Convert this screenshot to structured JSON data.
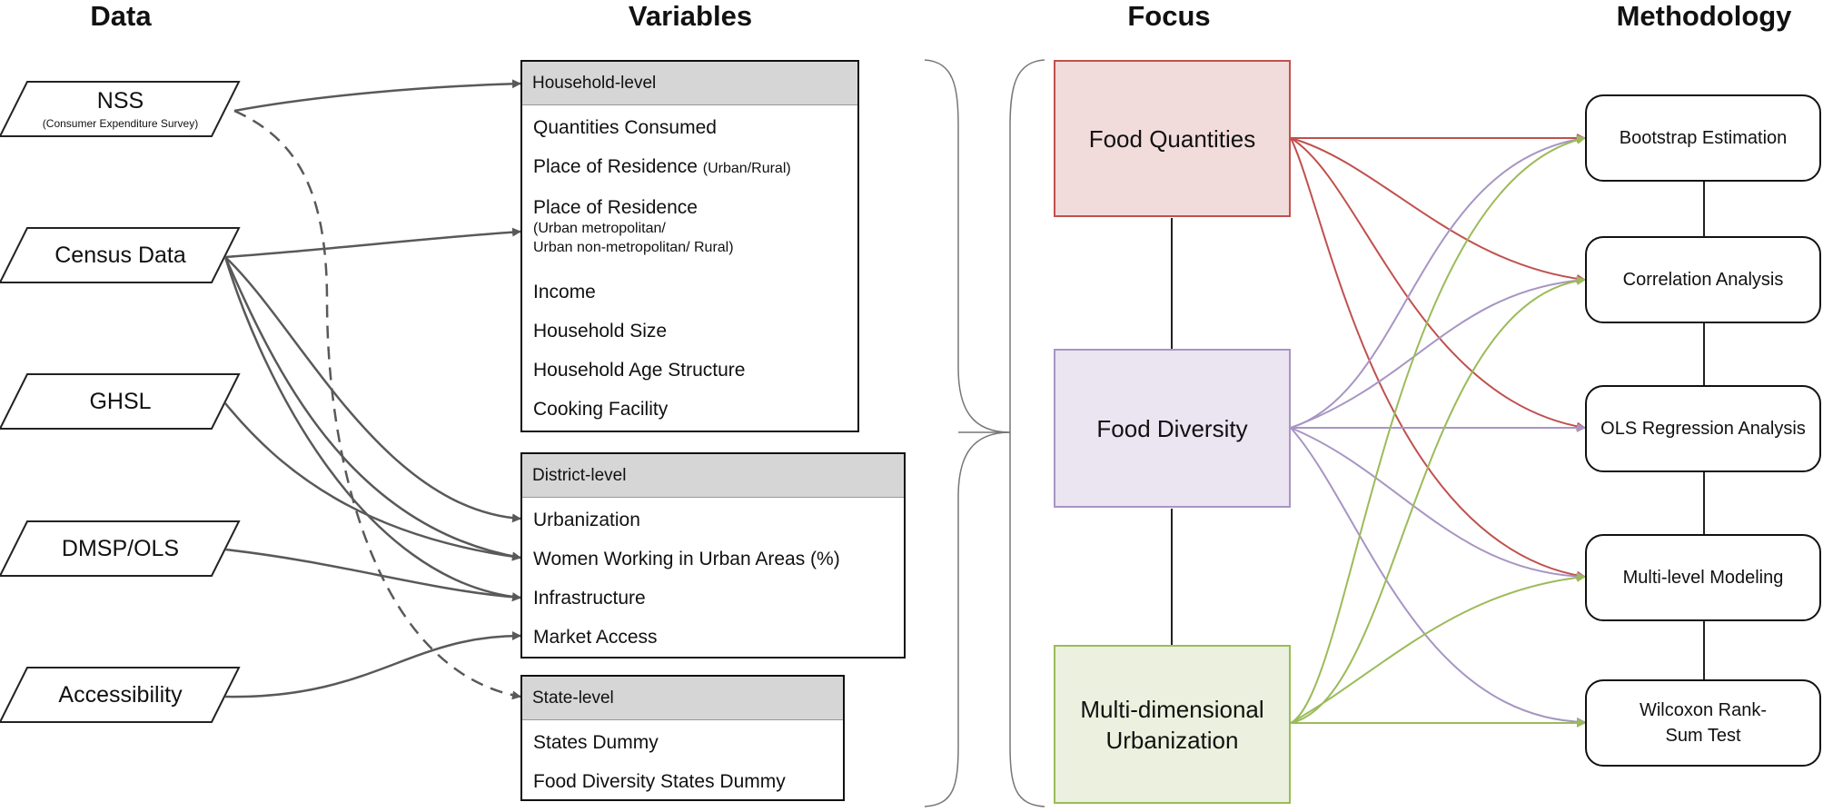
{
  "headers": {
    "data": "Data",
    "variables": "Variables",
    "focus": "Focus",
    "methodology": "Methodology"
  },
  "data_sources": [
    {
      "id": "nss",
      "label": "NSS",
      "sublabel": "(Consumer Expenditure Survey)"
    },
    {
      "id": "census",
      "label": "Census Data"
    },
    {
      "id": "ghsl",
      "label": "GHSL"
    },
    {
      "id": "dmsp",
      "label": "DMSP/OLS"
    },
    {
      "id": "access",
      "label": "Accessibility"
    }
  ],
  "variables": {
    "household": {
      "title": "Household-level",
      "items": [
        {
          "text": "Quantities Consumed"
        },
        {
          "text": "Place of Residence ",
          "small": "(Urban/Rural)"
        },
        {
          "text": "Place of Residence",
          "sub": [
            "(Urban metropolitan/",
            "Urban non-metropolitan/ Rural)"
          ]
        },
        {
          "text": "Income"
        },
        {
          "text": "Household Size"
        },
        {
          "text": "Household Age Structure"
        },
        {
          "text": "Cooking Facility"
        }
      ]
    },
    "district": {
      "title": "District-level",
      "items": [
        {
          "text": "Urbanization"
        },
        {
          "text": "Women Working in Urban Areas (%)"
        },
        {
          "text": "Infrastructure"
        },
        {
          "text": "Market Access"
        }
      ]
    },
    "state": {
      "title": "State-level",
      "items": [
        {
          "text": "States Dummy"
        },
        {
          "text": "Food Diversity States Dummy"
        }
      ]
    }
  },
  "focus": [
    {
      "id": "quantities",
      "label": "Food Quantities",
      "fill": "#f2dcdb",
      "stroke": "#c0504d"
    },
    {
      "id": "diversity",
      "label": "Food Diversity",
      "fill": "#ebe4f1",
      "stroke": "#a795c3"
    },
    {
      "id": "urbanization",
      "label": "Multi-dimensional Urbanization",
      "fill": "#ebf1de",
      "stroke": "#9bbb59"
    }
  ],
  "methods": [
    {
      "id": "bootstrap",
      "label": "Bootstrap Estimation"
    },
    {
      "id": "correlation",
      "label": "Correlation Analysis"
    },
    {
      "id": "ols",
      "label": "OLS Regression Analysis"
    },
    {
      "id": "multilevel",
      "label": "Multi-level Modeling"
    },
    {
      "id": "wilcoxon",
      "label": "Wilcoxon Rank-Sum Test"
    }
  ],
  "data_links": [
    {
      "from": "nss",
      "to": "household-level",
      "style": "solid"
    },
    {
      "from": "nss",
      "to": "state-level",
      "style": "dashed"
    },
    {
      "from": "census",
      "to": "place-of-residence",
      "style": "solid"
    },
    {
      "from": "census",
      "to": "urbanization",
      "style": "solid"
    },
    {
      "from": "census",
      "to": "women-working",
      "style": "solid"
    },
    {
      "from": "census",
      "to": "infrastructure",
      "style": "solid"
    },
    {
      "from": "ghsl",
      "to": "women-working",
      "style": "solid"
    },
    {
      "from": "dmsp",
      "to": "infrastructure",
      "style": "solid"
    },
    {
      "from": "access",
      "to": "market-access",
      "style": "solid"
    }
  ],
  "method_links": [
    {
      "from": "quantities",
      "to": [
        "bootstrap",
        "correlation",
        "ols",
        "multilevel"
      ]
    },
    {
      "from": "diversity",
      "to": [
        "bootstrap",
        "correlation",
        "ols",
        "multilevel",
        "wilcoxon"
      ]
    },
    {
      "from": "urbanization",
      "to": [
        "bootstrap",
        "correlation",
        "multilevel",
        "wilcoxon"
      ]
    }
  ],
  "colors": {
    "line": "#595959",
    "quantities": "#c0504d",
    "diversity": "#a795c3",
    "urbanization": "#9bbb59"
  }
}
